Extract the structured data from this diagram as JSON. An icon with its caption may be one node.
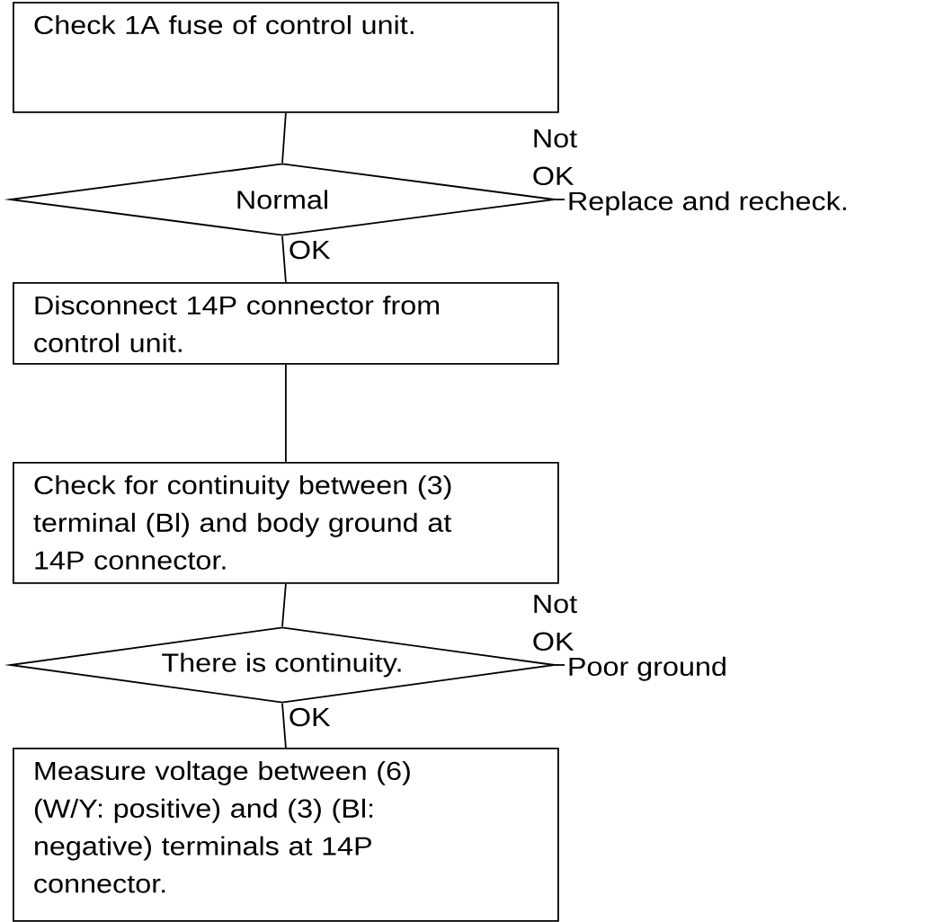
{
  "diagram": {
    "nodes": [
      {
        "text": [
          "Check 1A fuse of control unit."
        ]
      },
      {
        "text": [
          "Normal"
        ]
      },
      {
        "text": [
          "Replace and recheck."
        ]
      },
      {
        "text": [
          "Disconnect 14P connector from control unit."
        ]
      },
      {
        "text": [
          "Check for continuity between (3) terminal (Bl) and body ground at 14P connector."
        ]
      },
      {
        "text": [
          "There is continuity."
        ]
      },
      {
        "text": [
          "Poor ground"
        ]
      },
      {
        "text": [
          "Measure voltage between (6) (W/Y: positive) and (3) (Bl: negative) terminals at 14P connector."
        ]
      }
    ],
    "edges": [
      {
        "from": 0,
        "to": 1,
        "arrow": "none"
      },
      {
        "from": 1,
        "to": 2,
        "arrow": "none",
        "label": "Not OK"
      },
      {
        "from": 1,
        "to": 3,
        "arrow": "none",
        "label": "OK"
      },
      {
        "from": 3,
        "to": 4,
        "arrow": "none"
      },
      {
        "from": 4,
        "to": 5,
        "arrow": "none"
      },
      {
        "from": 5,
        "to": 6,
        "arrow": "none",
        "label": "Not OK"
      },
      {
        "from": 5,
        "to": 7,
        "arrow": "none",
        "label": "OK"
      }
    ]
  }
}
